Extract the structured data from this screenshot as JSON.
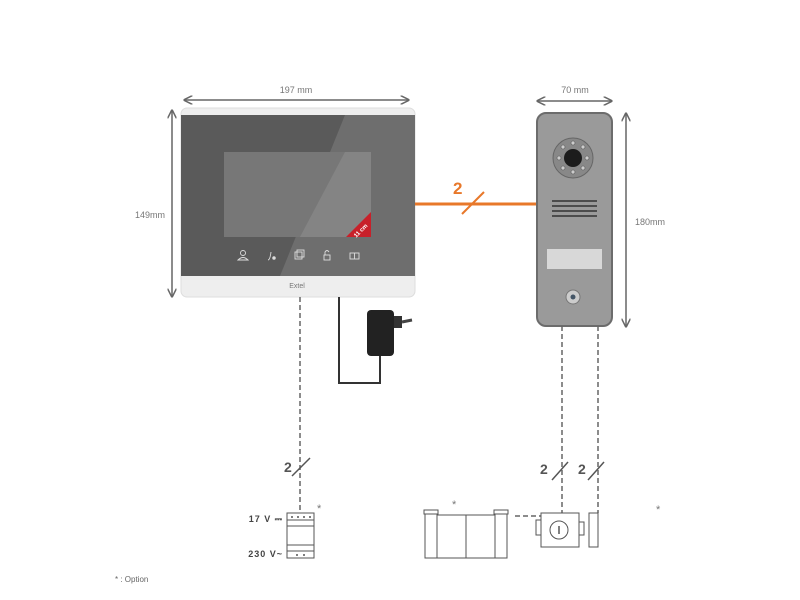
{
  "dimensions": {
    "monitor_width": "197 mm",
    "monitor_height": "149mm",
    "door_station_width": "70 mm",
    "door_station_height": "180mm"
  },
  "monitor": {
    "brand": "Extel",
    "screen_size": "11 cm",
    "icons": [
      "user-icon",
      "intercom-icon",
      "gallery-icon",
      "unlock-icon",
      "gate-icon"
    ]
  },
  "wiring": {
    "monitor_to_door_station": "2",
    "monitor_to_power": "2",
    "door_station_to_gate": "2",
    "door_station_to_lock": "2"
  },
  "power_supply": {
    "output_label": "17 V ⎓",
    "input_label": "230 V~",
    "optional_mark": "*"
  },
  "gate": {
    "optional_mark": "*"
  },
  "lock": {
    "optional_mark": "*"
  },
  "legend": {
    "option_note": "* : Option"
  },
  "colors": {
    "cable": "#e8782a",
    "screen_badge": "#c8202a",
    "door_station": "#9a9a9a"
  }
}
